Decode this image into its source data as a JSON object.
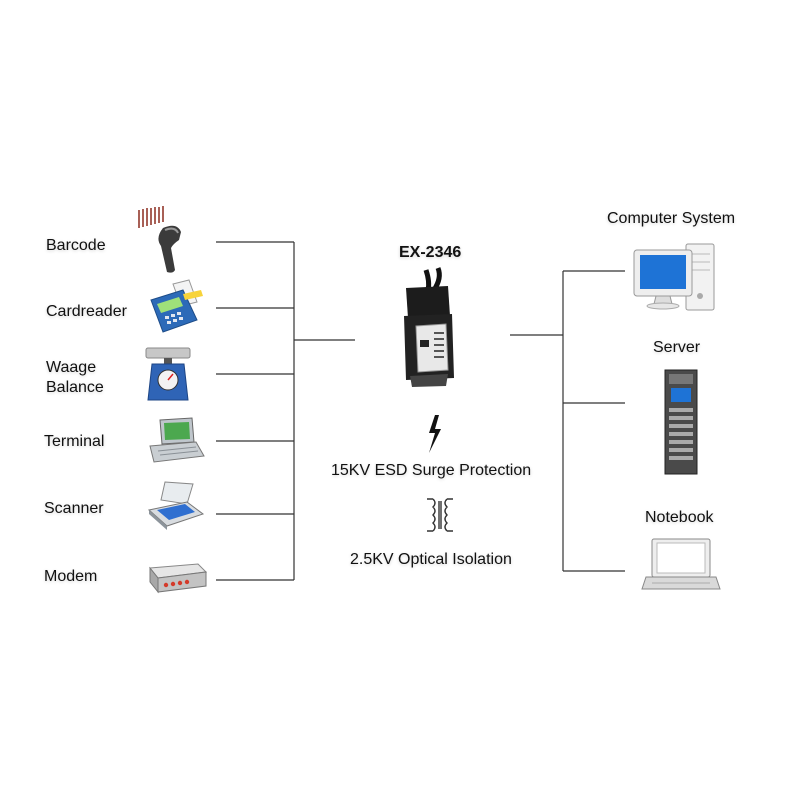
{
  "product": {
    "title": "EX-2346"
  },
  "left_devices": [
    {
      "label": "Barcode",
      "icon": "barcode-scanner-icon"
    },
    {
      "label": "Cardreader",
      "icon": "card-reader-icon"
    },
    {
      "label": "Waage\nBalance",
      "icon": "scale-icon"
    },
    {
      "label": "Terminal",
      "icon": "terminal-icon"
    },
    {
      "label": "Scanner",
      "icon": "flatbed-scanner-icon"
    },
    {
      "label": "Modem",
      "icon": "modem-icon"
    }
  ],
  "right_devices": [
    {
      "label": "Computer System",
      "icon": "desktop-computer-icon"
    },
    {
      "label": "Server",
      "icon": "server-rack-icon"
    },
    {
      "label": "Notebook",
      "icon": "notebook-icon"
    }
  ],
  "features": [
    {
      "label": "15KV ESD Surge Protection",
      "icon": "lightning-icon"
    },
    {
      "label": "2.5KV Optical Isolation",
      "icon": "transformer-icon"
    }
  ],
  "colors": {
    "line": "#333333",
    "screen": "#1e73d6",
    "lightning": "#111111"
  }
}
